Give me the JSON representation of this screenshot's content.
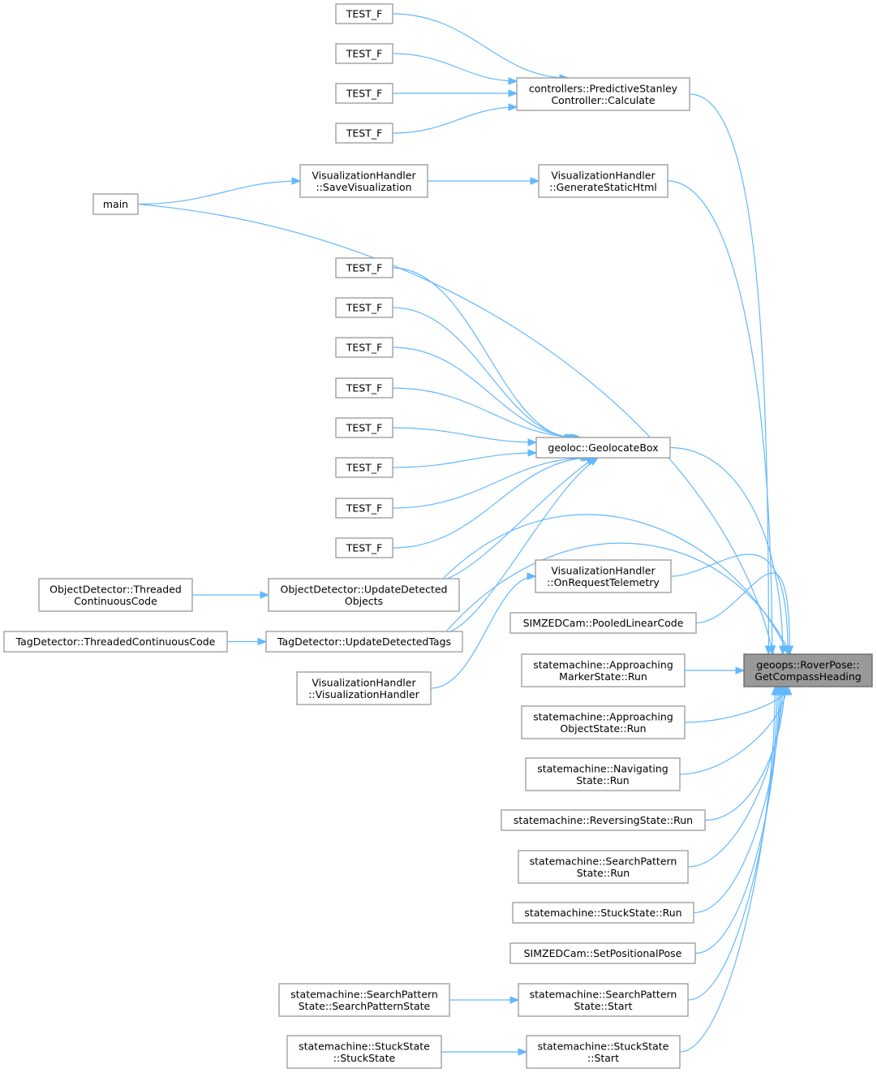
{
  "graph": {
    "edge_color": "#63b8ff",
    "target_fill": "#999999",
    "nodes": [
      {
        "id": "t1",
        "lines": [
          "TEST_F"
        ]
      },
      {
        "id": "t2",
        "lines": [
          "TEST_F"
        ]
      },
      {
        "id": "t3",
        "lines": [
          "TEST_F"
        ]
      },
      {
        "id": "t4",
        "lines": [
          "TEST_F"
        ]
      },
      {
        "id": "calc",
        "lines": [
          "controllers::PredictiveStanley",
          "Controller::Calculate"
        ]
      },
      {
        "id": "savevis",
        "lines": [
          "VisualizationHandler",
          "::SaveVisualization"
        ]
      },
      {
        "id": "genhtml",
        "lines": [
          "VisualizationHandler",
          "::GenerateStaticHtml"
        ]
      },
      {
        "id": "main",
        "lines": [
          "main"
        ]
      },
      {
        "id": "t5",
        "lines": [
          "TEST_F"
        ]
      },
      {
        "id": "t6",
        "lines": [
          "TEST_F"
        ]
      },
      {
        "id": "t7",
        "lines": [
          "TEST_F"
        ]
      },
      {
        "id": "t8",
        "lines": [
          "TEST_F"
        ]
      },
      {
        "id": "t9",
        "lines": [
          "TEST_F"
        ]
      },
      {
        "id": "t10",
        "lines": [
          "TEST_F"
        ]
      },
      {
        "id": "t11",
        "lines": [
          "TEST_F"
        ]
      },
      {
        "id": "t12",
        "lines": [
          "TEST_F"
        ]
      },
      {
        "id": "geoloc",
        "lines": [
          "geoloc::GeolocateBox"
        ]
      },
      {
        "id": "objthr",
        "lines": [
          "ObjectDetector::Threaded",
          "ContinuousCode"
        ]
      },
      {
        "id": "objupd",
        "lines": [
          "ObjectDetector::UpdateDetected",
          "Objects"
        ]
      },
      {
        "id": "tagthr",
        "lines": [
          "TagDetector::ThreadedContinuousCode"
        ]
      },
      {
        "id": "tagupd",
        "lines": [
          "TagDetector::UpdateDetectedTags"
        ]
      },
      {
        "id": "vishctor",
        "lines": [
          "VisualizationHandler",
          "::VisualizationHandler"
        ]
      },
      {
        "id": "telem",
        "lines": [
          "VisualizationHandler",
          "::OnRequestTelemetry"
        ]
      },
      {
        "id": "pooled",
        "lines": [
          "SIMZEDCam::PooledLinearCode"
        ]
      },
      {
        "id": "appmark",
        "lines": [
          "statemachine::Approaching",
          "MarkerState::Run"
        ]
      },
      {
        "id": "appobj",
        "lines": [
          "statemachine::Approaching",
          "ObjectState::Run"
        ]
      },
      {
        "id": "nav",
        "lines": [
          "statemachine::Navigating",
          "State::Run"
        ]
      },
      {
        "id": "rev",
        "lines": [
          "statemachine::ReversingState::Run"
        ]
      },
      {
        "id": "sprun",
        "lines": [
          "statemachine::SearchPattern",
          "State::Run"
        ]
      },
      {
        "id": "stuckrun",
        "lines": [
          "statemachine::StuckState::Run"
        ]
      },
      {
        "id": "setpose",
        "lines": [
          "SIMZEDCam::SetPositionalPose"
        ]
      },
      {
        "id": "spstart",
        "lines": [
          "statemachine::SearchPattern",
          "State::Start"
        ]
      },
      {
        "id": "spctor",
        "lines": [
          "statemachine::SearchPattern",
          "State::SearchPatternState"
        ]
      },
      {
        "id": "stuckstart",
        "lines": [
          "statemachine::StuckState",
          "::Start"
        ]
      },
      {
        "id": "stuckctor",
        "lines": [
          "statemachine::StuckState",
          "::StuckState"
        ]
      },
      {
        "id": "target",
        "lines": [
          "geoops::RoverPose::",
          "GetCompassHeading"
        ],
        "is_target": true
      }
    ],
    "edges": [
      [
        "t1",
        "calc"
      ],
      [
        "t2",
        "calc"
      ],
      [
        "t3",
        "calc"
      ],
      [
        "t4",
        "calc"
      ],
      [
        "calc",
        "target"
      ],
      [
        "main",
        "savevis"
      ],
      [
        "savevis",
        "genhtml"
      ],
      [
        "genhtml",
        "target"
      ],
      [
        "main",
        "target"
      ],
      [
        "t5",
        "geoloc"
      ],
      [
        "t6",
        "geoloc"
      ],
      [
        "t7",
        "geoloc"
      ],
      [
        "t8",
        "geoloc"
      ],
      [
        "t9",
        "geoloc"
      ],
      [
        "t10",
        "geoloc"
      ],
      [
        "t11",
        "geoloc"
      ],
      [
        "t12",
        "geoloc"
      ],
      [
        "geoloc",
        "target"
      ],
      [
        "objthr",
        "objupd"
      ],
      [
        "objupd",
        "geoloc"
      ],
      [
        "objupd",
        "target"
      ],
      [
        "tagthr",
        "tagupd"
      ],
      [
        "tagupd",
        "geoloc"
      ],
      [
        "tagupd",
        "target"
      ],
      [
        "vishctor",
        "telem"
      ],
      [
        "telem",
        "target"
      ],
      [
        "pooled",
        "target"
      ],
      [
        "appmark",
        "target"
      ],
      [
        "appobj",
        "target"
      ],
      [
        "nav",
        "target"
      ],
      [
        "rev",
        "target"
      ],
      [
        "sprun",
        "target"
      ],
      [
        "stuckrun",
        "target"
      ],
      [
        "setpose",
        "target"
      ],
      [
        "spctor",
        "spstart"
      ],
      [
        "spstart",
        "target"
      ],
      [
        "stuckctor",
        "stuckstart"
      ],
      [
        "stuckstart",
        "target"
      ]
    ]
  }
}
